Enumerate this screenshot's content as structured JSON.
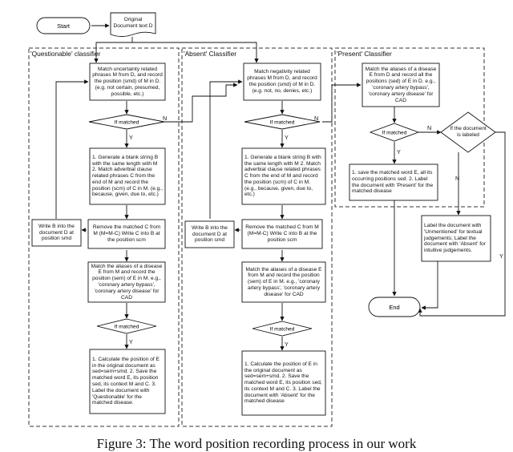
{
  "nodes": {
    "start": "Start",
    "original_doc": "Original Document text D",
    "end": "End",
    "q_match_uncertainty": "Match uncertainty related phrases M from D, and record the position (smd) of M in D. (e.g. not certain, presumed, possible, etc.)",
    "q_if_matched_1": "If matched",
    "q_generate_blank": "1. Generate a blank string B with the same length with M 2. Match adverbial clause related phrases C from the end of M and record the position (scm) of C in M. (e.g., because, given, due to, etc.)",
    "q_remove_c": "Remove the matched C from M (M=M-C) Write C into B at the position scm",
    "q_write_b": "Write B into the document D at position smd",
    "q_match_aliases": "Match the aliases of a disease E from M and record the position (sem) of E in M. e.g., 'coronary artery bypass', 'coronary artery disease' for CAD",
    "q_if_matched_2": "If matched",
    "q_calculate": "1. Calculate the position of E in the original document as sed=sem+smd. 2. Save the matched word E, its position sed, its context M and C. 3. Label the document with 'Questionable' for the matched disease.",
    "a_match_negativity": "Match negativity related phrases M from D, and record the position (smd) of M in D. (e.g. not, no, denies, etc.)",
    "a_if_matched_1": "If matched",
    "a_generate_blank": "1. Generate a blank string B with the same length with M 2. Match adverbial clause related phrases C from the end of M and record the position (scm) of C in M. (e.g., because, given, due to, etc.)",
    "a_remove_c": "Remove the matched C from M (M=M-C) Write C into B at the position scm",
    "a_write_b": "Write B into the document D at position smd",
    "a_match_aliases": "Match the aliases of a disease E from M and record the position (sem) of E in M. e.g., 'coronary artery bypass', 'coronary artery disease' for CAD",
    "a_if_matched_2": "If matched",
    "a_calculate": "1. Calculate the position of E in the original document as sed=sem+smd. 2. Save the matched word E, its position sed, its context M and C. 3. Label the document with 'Absent' for the matched disease",
    "p_match_aliases": "Match the aliases of a disease E from D and record all the positions (sed) of E in D. e.g., 'coronary artery bypass', 'coronary artery disease' for CAD",
    "p_if_matched": "If matched",
    "p_save": "1. save the matched word E, all its occurring positions sed. 2. Label the document with 'Present' for the matched disease",
    "if_labeled": "If the document is labeled",
    "label_unmentioned": "Label the document with 'Unmentioned' for textual judgements; Label the document with 'Absent' for intuitive judgements."
  },
  "regions": {
    "questionable": "'Questionable' classifier",
    "absent": "'Absent' Classifier",
    "present": "'Present' Classifier"
  },
  "edge_labels": {
    "yes": "Y",
    "no": "N"
  },
  "caption": "Figure 3: The word position recording process in our work"
}
